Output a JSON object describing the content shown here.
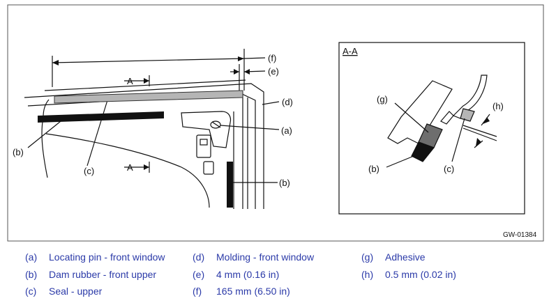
{
  "figure_id": "GW-01384",
  "section_title": "A-A",
  "section_marker": "A",
  "callouts": {
    "a": "(a)",
    "b": "(b)",
    "c": "(c)",
    "d": "(d)",
    "e": "(e)",
    "f": "(f)",
    "g": "(g)",
    "h": "(h)"
  },
  "legend": [
    {
      "key": "(a)",
      "text": "Locating pin - front window"
    },
    {
      "key": "(b)",
      "text": "Dam rubber - front upper"
    },
    {
      "key": "(c)",
      "text": "Seal - upper"
    },
    {
      "key": "(d)",
      "text": "Molding - front window"
    },
    {
      "key": "(e)",
      "text": "4 mm (0.16 in)"
    },
    {
      "key": "(f)",
      "text": "165 mm (6.50 in)"
    },
    {
      "key": "(g)",
      "text": "Adhesive"
    },
    {
      "key": "(h)",
      "text": "0.5 mm (0.02 in)"
    }
  ],
  "colors": {
    "legend_text": "#2b3aa8",
    "dark_fill": "#111111",
    "seal_fill": "#b5b5b5",
    "adhesive_fill": "#6e6e6e"
  }
}
